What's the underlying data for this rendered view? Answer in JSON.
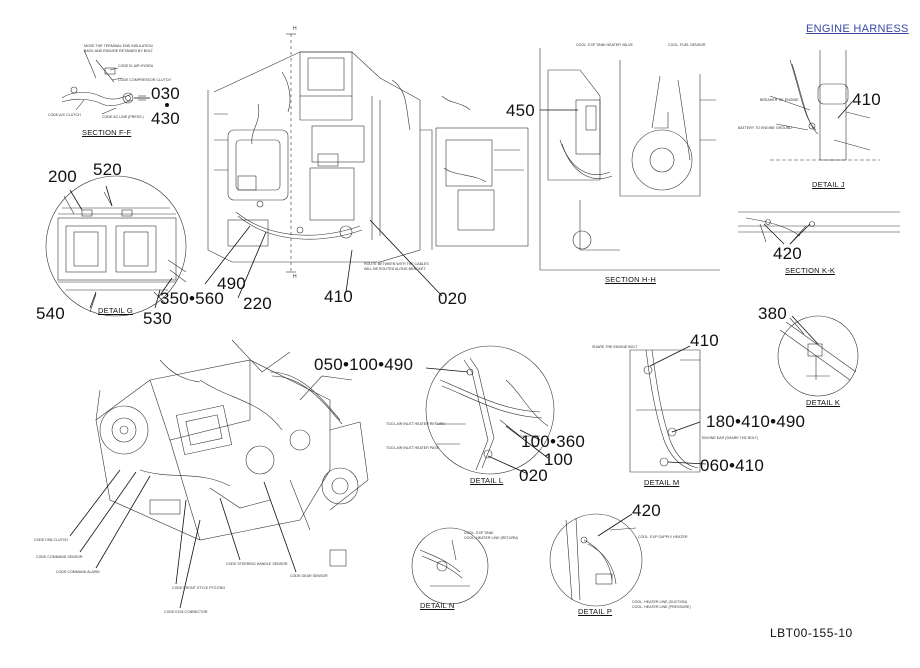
{
  "title": "ENGINE HARNESS",
  "doc_number": "LBT00-155-10",
  "callouts": {
    "c030": "030",
    "c430": "430",
    "c450": "450",
    "c410_j": "410",
    "c200": "200",
    "c520": "520",
    "c540": "540",
    "c530": "530",
    "c350_560": "350•560",
    "c490": "490",
    "c220": "220",
    "c410_main": "410",
    "c020_main": "020",
    "c420_k": "420",
    "c380": "380",
    "c050_100_490": "050•100•490",
    "c100_360": "100•360",
    "c100": "100",
    "c020_l": "020",
    "c410_m": "410",
    "c180_410_490": "180•410•490",
    "c060_410": "060•410",
    "c420_p": "420"
  },
  "captions": {
    "section_ff": "SECTION F-F",
    "section_hh": "SECTION H-H",
    "section_kk": "SECTION K-K",
    "detail_g": "DETAIL G",
    "detail_j": "DETAIL J",
    "detail_k": "DETAIL K",
    "detail_l": "DETAIL L",
    "detail_m": "DETAIL M",
    "detail_n": "DETAIL N",
    "detail_p": "DETAIL P"
  },
  "section_marks": {
    "h_top": "H",
    "h_bottom": "H"
  },
  "fine_notes": {
    "ff_1": "MOVE THE TERMINAL END INSULATION",
    "ff_2": "BACK AND ENSURE RETAINED BY BOLT",
    "ff_3": "CODE B: AIR HYDRA",
    "ff_4": "CODE COMPRESSOR CLUTCH",
    "ff_5": "CODE A/C CLUTCH",
    "ff_6": "CODE AC LINE (PRESS.)",
    "hh_1": "COOL. EXP TANK HEATER VALVE",
    "hh_2": "COOL. FUEL SENSOR",
    "j_1": "BREAKER TIE ENGINE",
    "j_2": "BATTERY TO ENGINE GROUND",
    "main_1": "ROUTE BETWEEN WITH THE CABLES",
    "main_2": "WILL BE ROUTED ALONG BRACKET",
    "l_1": "TOOL AIR INLET HEATER RETURN",
    "l_2": "TOOL AIR INLET HEATER PASS",
    "m_1": "SHARE THE ENGINE BOLT",
    "m_2": "ENGINE EAR (SHARE THE BOLT)",
    "iso_1": "CODE FAN CLUTCH",
    "iso_2": "CODE COMMAND SENSOR",
    "iso_3": "CODE COMMAND ALARM",
    "iso_4": "CODE FRONT STYLE PTO ENG",
    "iso_5": "CODE STEERING HANDLE SENSOR",
    "iso_6": "CODE GEAR SENSOR",
    "iso_7": "CODE ECM CONNECTOR",
    "n_1": "COOL. EXP TANK",
    "n_2": "COOL. HEATER LINE (RETURN)",
    "p_1": "COOL. EXP SUPPLY HEATER",
    "p_2": "COOL. HEATER LINE (SUCTION)",
    "p_3": "COOL. HEATER LINE (PRESSURE)"
  }
}
